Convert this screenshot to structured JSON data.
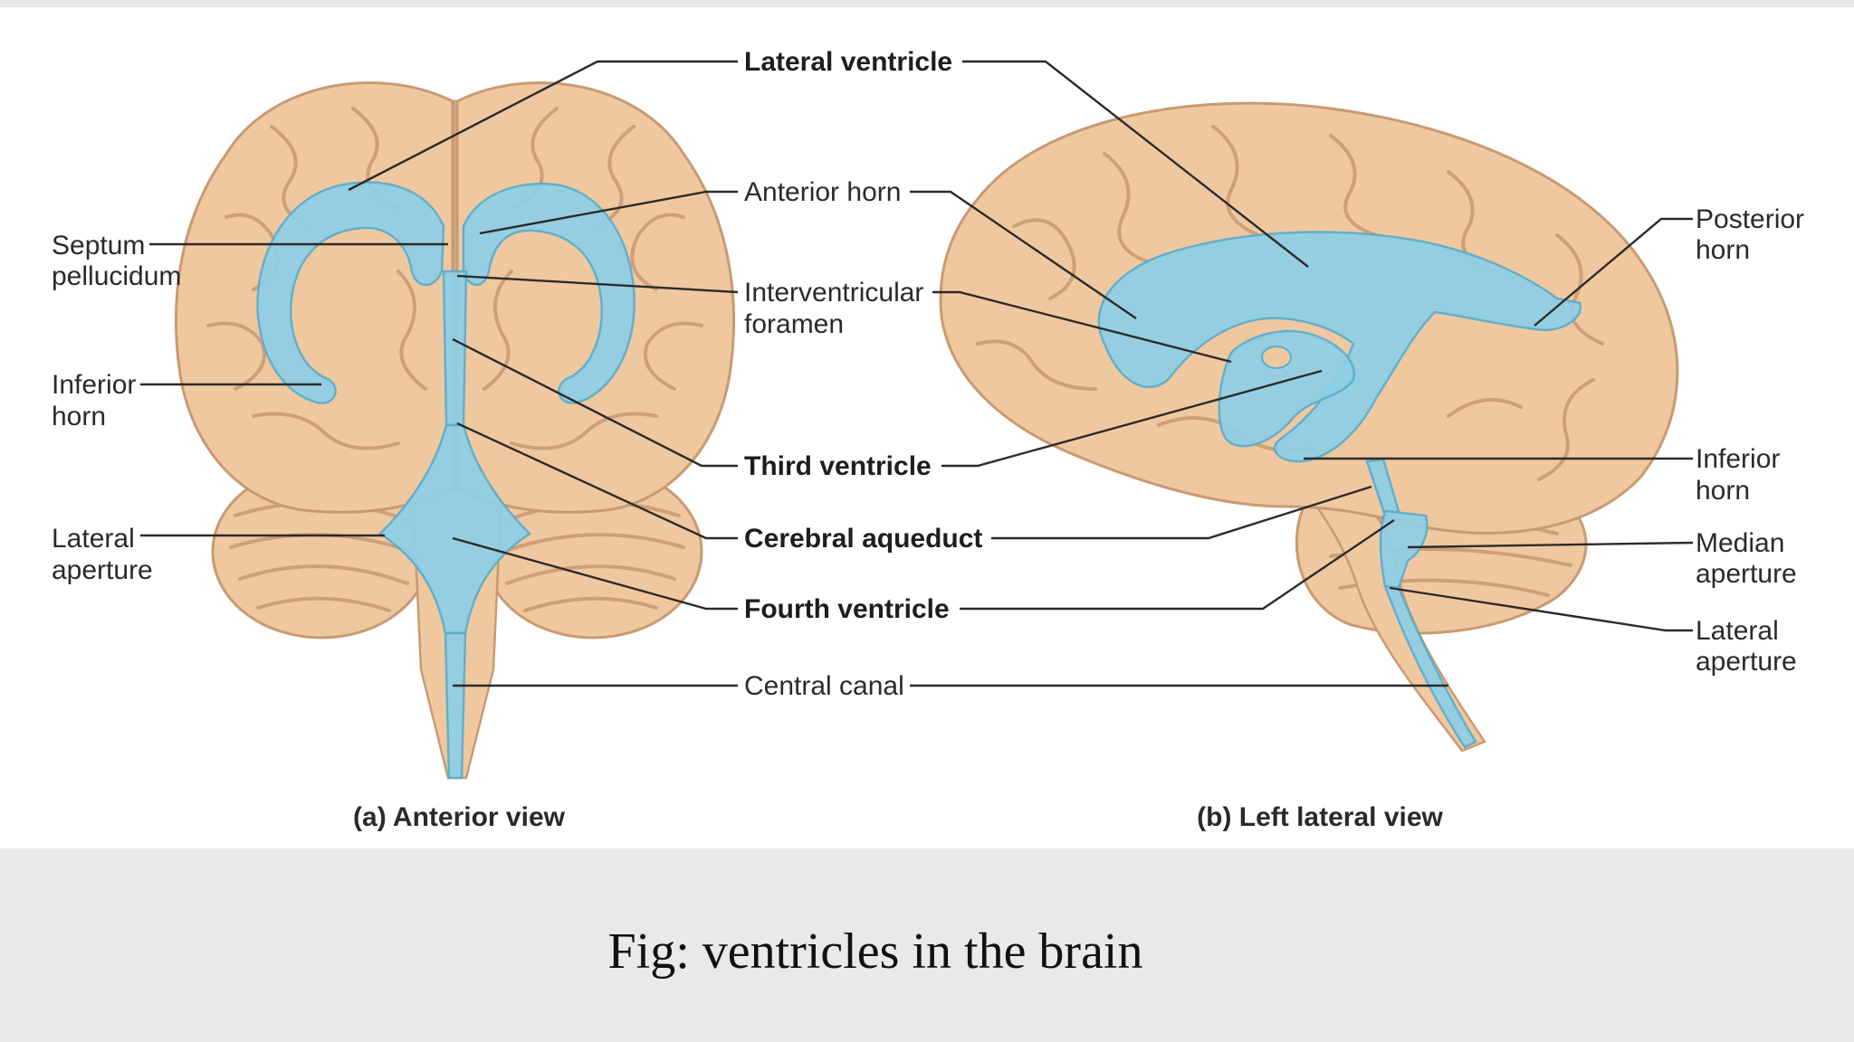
{
  "labels": {
    "lateral_ventricle": "Lateral ventricle",
    "anterior_horn": "Anterior horn",
    "interventricular_1": "Interventricular",
    "interventricular_2": "foramen",
    "third_ventricle": "Third ventricle",
    "cerebral_aqueduct": "Cerebral aqueduct",
    "fourth_ventricle": "Fourth ventricle",
    "central_canal": "Central canal",
    "septum_1": "Septum",
    "septum_2": "pellucidum",
    "inferior_horn_left_1": "Inferior",
    "inferior_horn_left_2": "horn",
    "lateral_aperture_left_1": "Lateral",
    "lateral_aperture_left_2": "aperture",
    "posterior_horn_1": "Posterior",
    "posterior_horn_2": "horn",
    "inferior_horn_right_1": "Inferior",
    "inferior_horn_right_2": "horn",
    "median_aperture_1": "Median",
    "median_aperture_2": "aperture",
    "lateral_aperture_right_1": "Lateral",
    "lateral_aperture_right_2": "aperture"
  },
  "captions": {
    "anterior": "(a) Anterior view",
    "lateral": "(b) Left lateral view"
  },
  "figure_caption": "Fig: ventricles in the brain",
  "colors": {
    "ventricle": "#8fcfe6",
    "brain_tissue": "#f0c8a0",
    "panel_background": "#ffffff",
    "page_background": "#e9e9ea"
  }
}
